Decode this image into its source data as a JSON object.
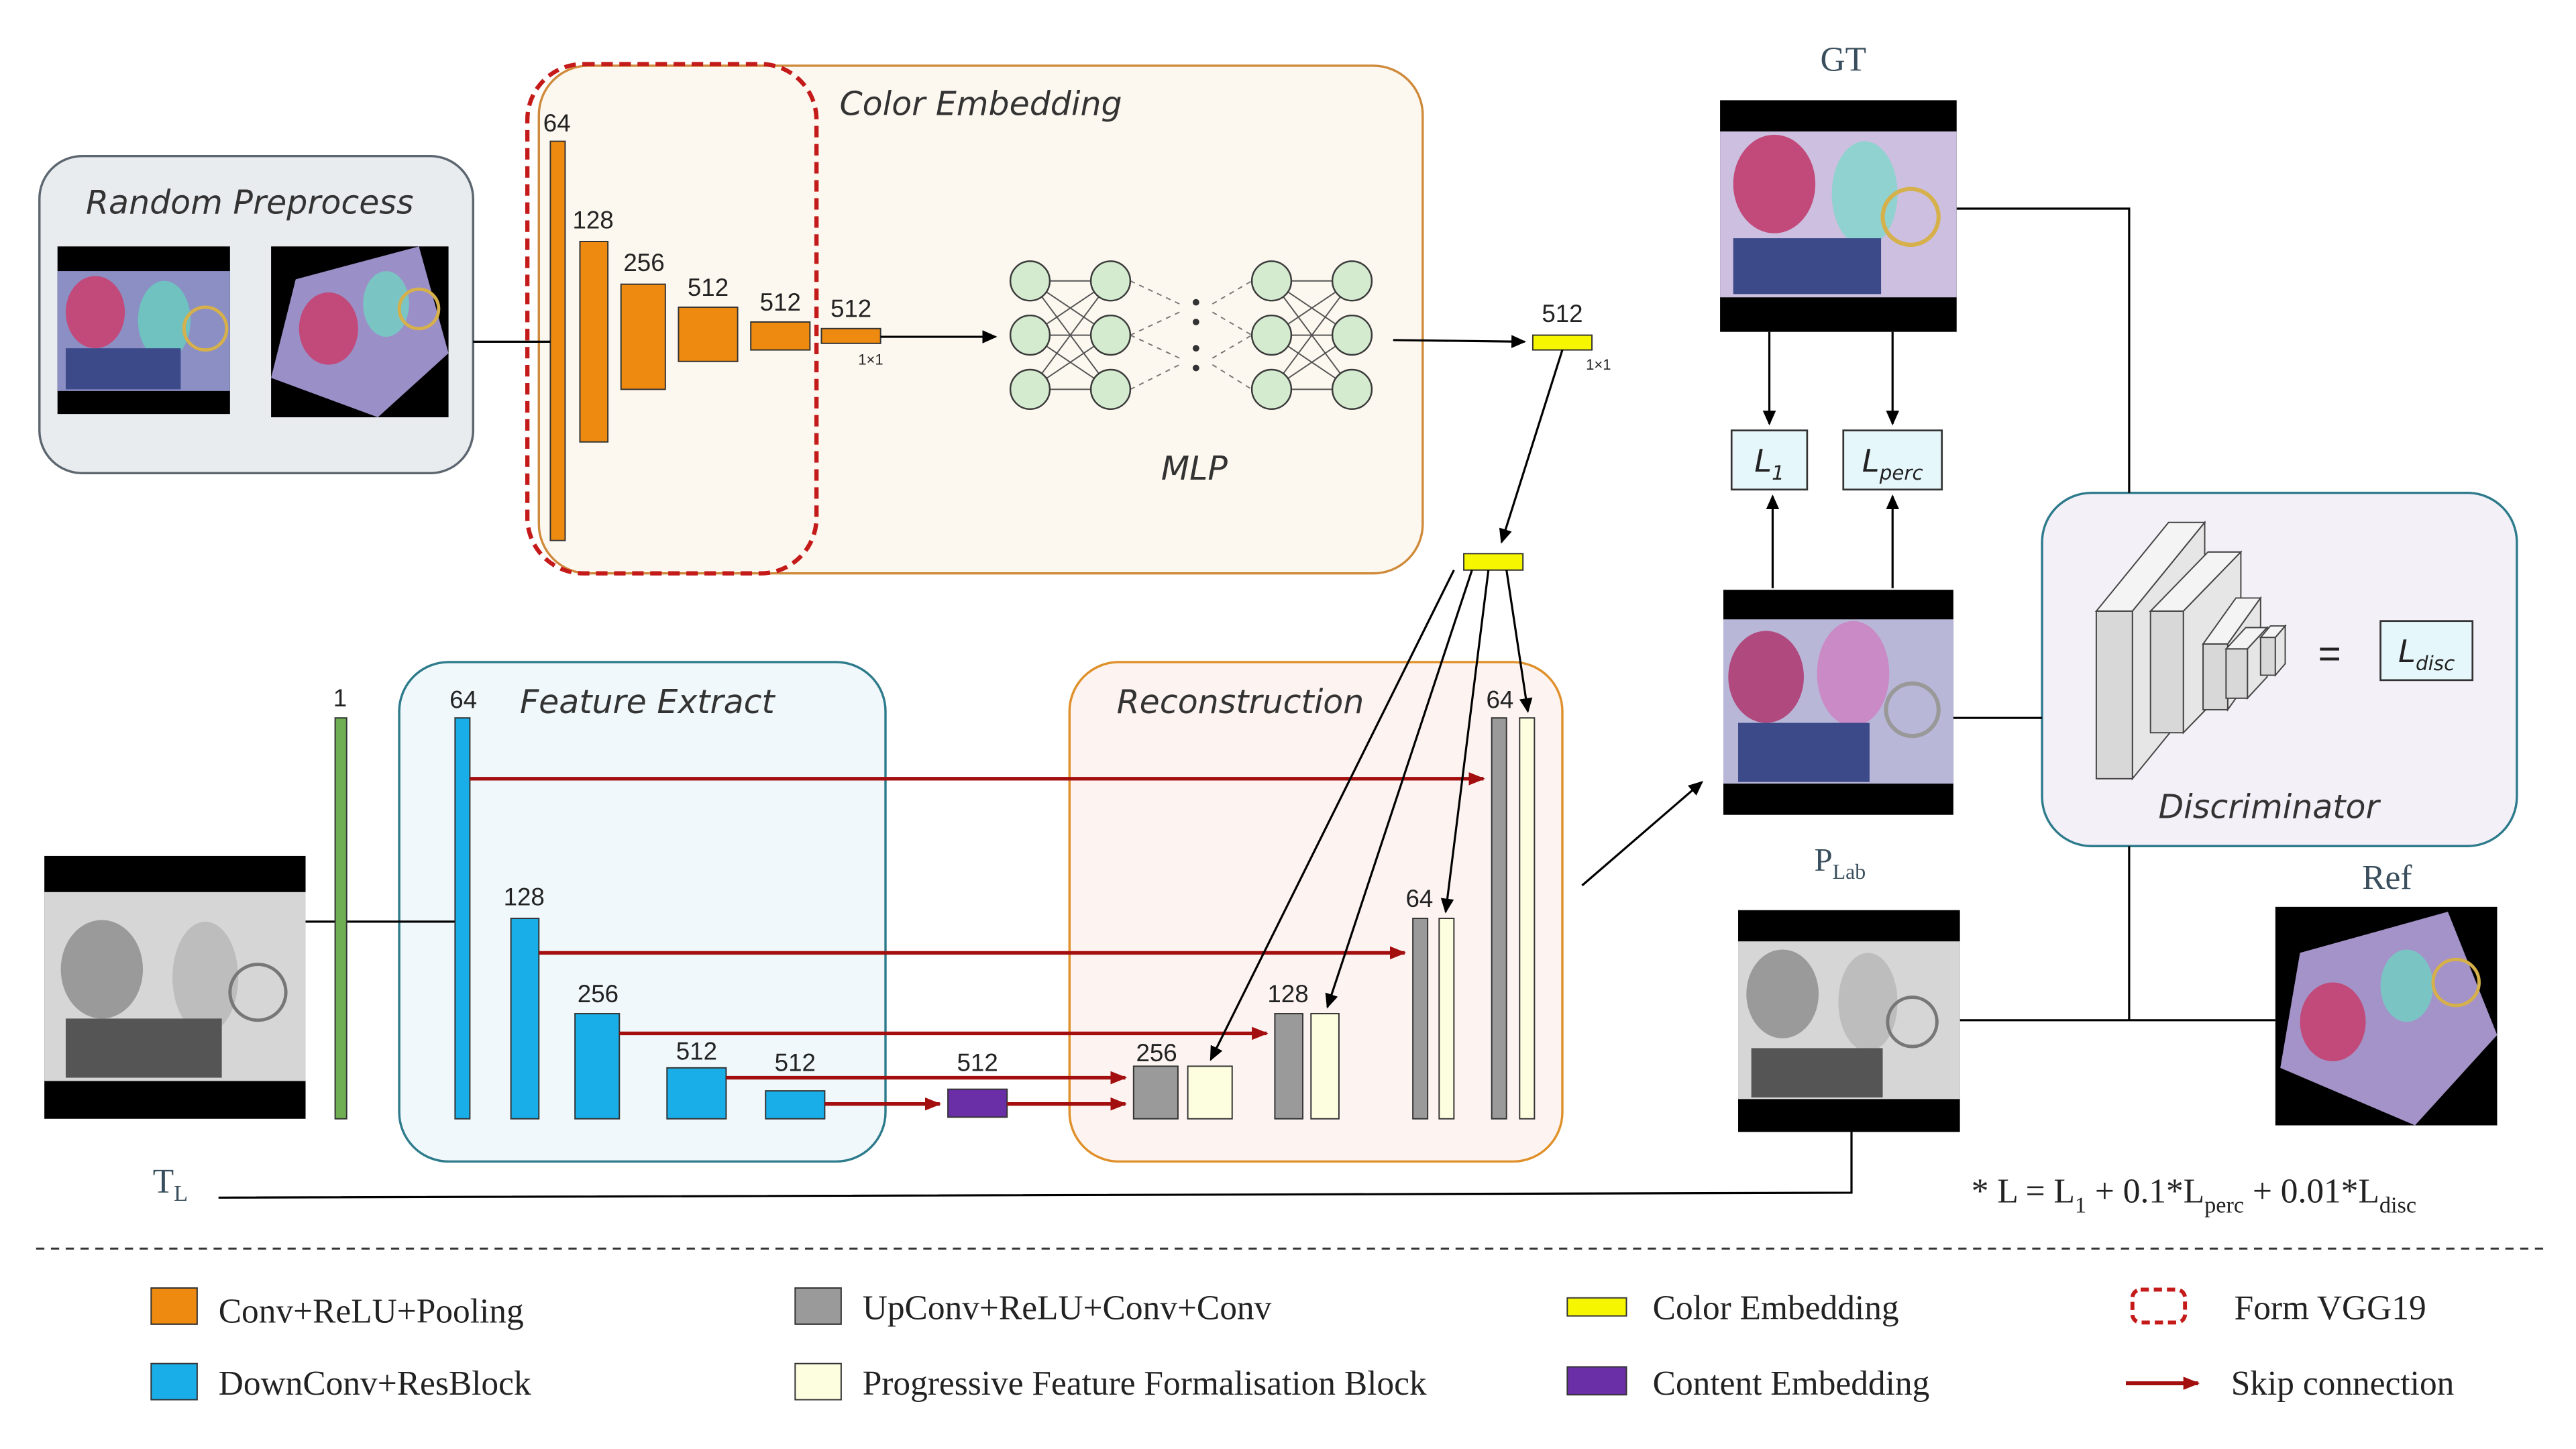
{
  "sections": {
    "random_preprocess": "Random Preprocess",
    "color_embedding": "Color Embedding",
    "mlp": "MLP",
    "feature_extract": "Feature Extract",
    "reconstruction": "Reconstruction",
    "discriminator": "Discriminator"
  },
  "vgg_channels": [
    "64",
    "128",
    "256",
    "512",
    "512",
    "512"
  ],
  "vgg_last_size": "1×1",
  "color_embedding_dim": "512",
  "color_embedding_size": "1×1",
  "input_channels": "1",
  "encoder_channels": [
    "64",
    "128",
    "256",
    "512",
    "512"
  ],
  "content_embedding_channels": "512",
  "decoder_channels": [
    "256",
    "128",
    "64",
    "64"
  ],
  "labels": {
    "gt": "GT",
    "p_lab_main": "P",
    "p_lab_sub": "Lab",
    "ref": "Ref",
    "t_l_main": "T",
    "t_l_sub": "L"
  },
  "losses": {
    "l1_main": "L",
    "l1_sub": "1",
    "perc_main": "L",
    "perc_sub": "perc",
    "disc_main": "L",
    "disc_sub": "disc",
    "equals": "="
  },
  "formula": {
    "p1": "* L = L",
    "s1": "1",
    "p2": " + 0.1*L",
    "s2": "perc",
    "p3": " + 0.01*L",
    "s3": "disc"
  },
  "legend": [
    {
      "label": "Conv+ReLU+Pooling",
      "color": "#ee8a10"
    },
    {
      "label": "DownConv+ResBlock",
      "color": "#1aaee8"
    },
    {
      "label": "UpConv+ReLU+Conv+Conv",
      "color": "#9a9a9a"
    },
    {
      "label": "Progressive Feature Formalisation Block",
      "color": "#fdfde0"
    },
    {
      "label": "Color Embedding",
      "color": "#f6f600"
    },
    {
      "label": "Content Embedding",
      "color": "#6a2ea6"
    },
    {
      "label": "Form VGG19",
      "color": "#c41a1a"
    },
    {
      "label": "Skip connection",
      "color": "#a30e0e"
    }
  ],
  "colors": {
    "conv": "#ee8a10",
    "downconv": "#1aaee8",
    "upconv": "#9a9a9a",
    "pffb": "#fdfde0",
    "color_embedding": "#f6f600",
    "content_embedding": "#6a2ea6",
    "vgg_border": "#c41a1a",
    "skip": "#a30e0e",
    "input_layer": "#6fae52",
    "mlp_node": "#d4ebd0",
    "loss_box": "#e6f7fb"
  }
}
